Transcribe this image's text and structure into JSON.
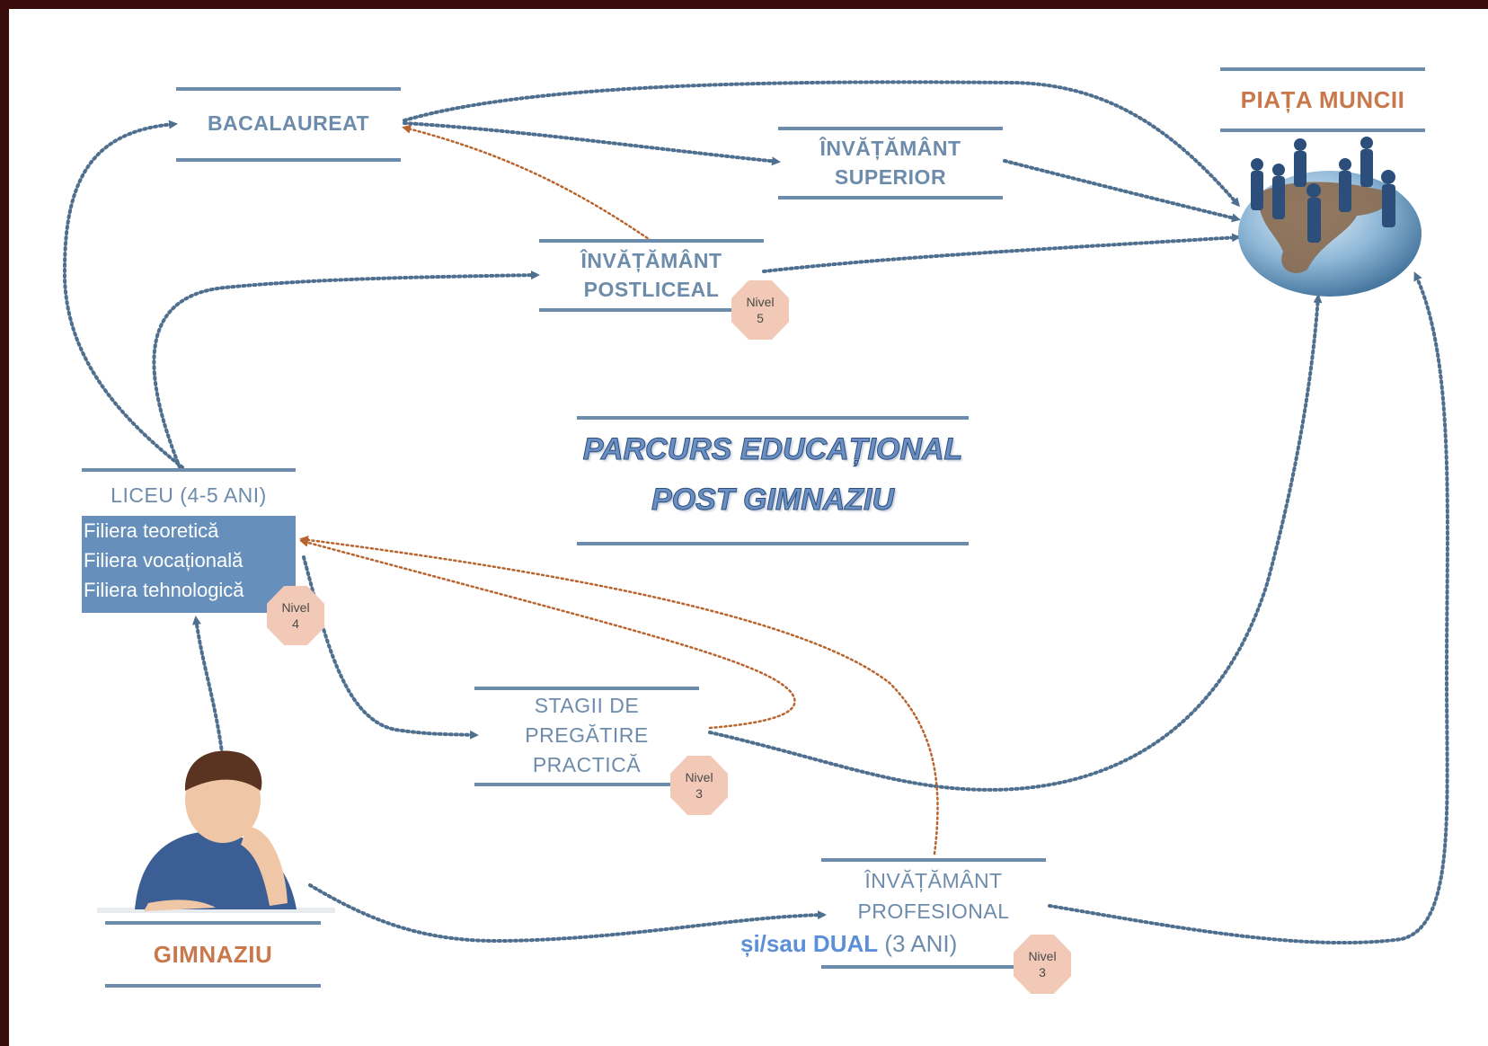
{
  "title": {
    "line1": "PARCURS EDUCAȚIONAL",
    "line2": "POST GIMNAZIU"
  },
  "nodes": {
    "bacalaureat": "BACALAUREAT",
    "piata_muncii": "PIAȚA MUNCII",
    "superior": {
      "line1": "ÎNVĂȚĂMÂNT",
      "line2": "SUPERIOR"
    },
    "postliceal": {
      "line1": "ÎNVĂȚĂMÂNT",
      "line2": "POSTLICEAL"
    },
    "liceu": "LICEU (4-5 ANI)",
    "stagii": {
      "line1": "STAGII DE",
      "line2": "PREGĂTIRE",
      "line3": "PRACTICĂ"
    },
    "profesional": {
      "line1": "ÎNVĂȚĂMÂNT",
      "line2": "PROFESIONAL",
      "line3_prefix": "și/sau DUAL",
      "line3_suffix": " (3 ANI)"
    },
    "gimnaziu": "GIMNAZIU"
  },
  "filiere": [
    "Filiera teoretică",
    "Filiera vocațională",
    "Filiera tehnologică"
  ],
  "badges": {
    "word": "Nivel",
    "postliceal": "5",
    "liceu": "4",
    "stagii": "3",
    "profesional": "3"
  },
  "colors": {
    "rule_blue": "#6d8cab",
    "arrow_blue": "#4f6f8f",
    "arrow_orange": "#b8642f",
    "title_orange": "#c8784a",
    "badge_fill": "#f2c9b7",
    "filiera_fill": "#6690bb",
    "frame": "#3a0d0d"
  },
  "images": {
    "globe": "globe-with-business-people",
    "student": "boy-thinking-at-desk"
  }
}
